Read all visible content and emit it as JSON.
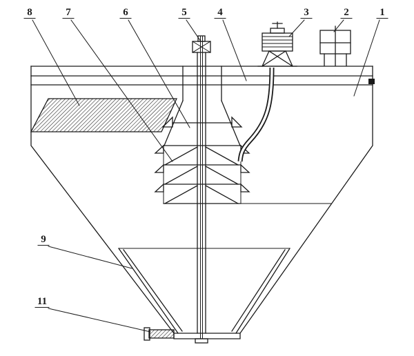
{
  "colors": {
    "line": "#1a1a1a",
    "background": "#ffffff"
  },
  "callouts": [
    {
      "label": "8"
    },
    {
      "label": "7"
    },
    {
      "label": "6"
    },
    {
      "label": "5"
    },
    {
      "label": "4"
    },
    {
      "label": "3"
    },
    {
      "label": "2"
    },
    {
      "label": "1"
    },
    {
      "label": "9"
    },
    {
      "label": "11"
    }
  ]
}
